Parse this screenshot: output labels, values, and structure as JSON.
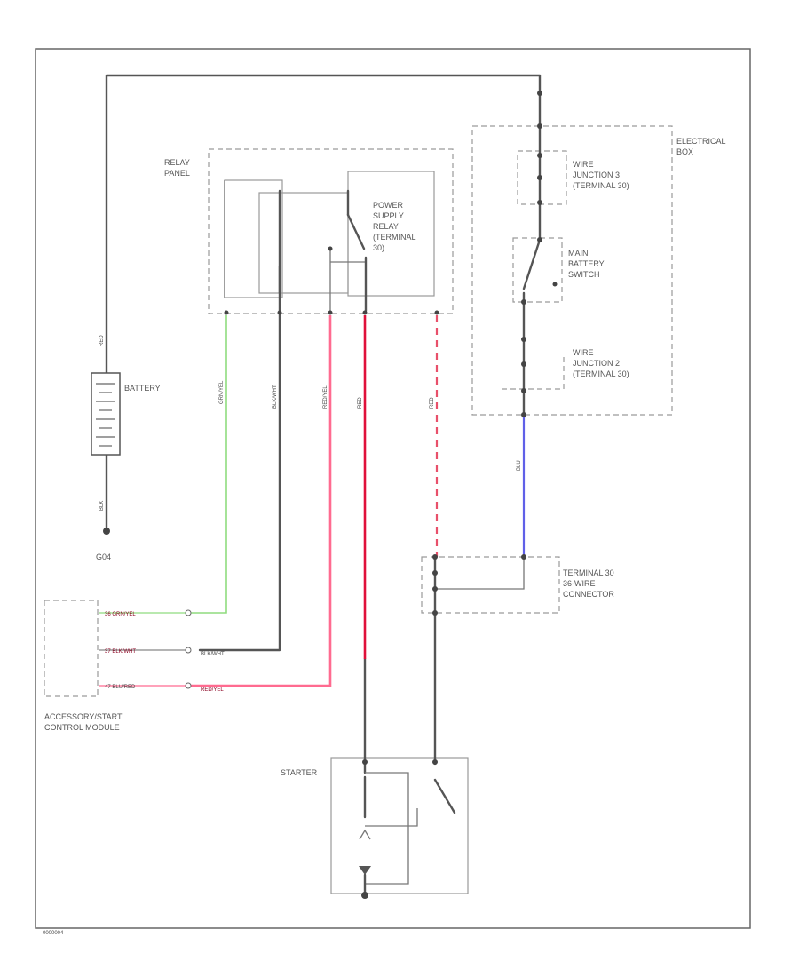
{
  "labels": {
    "relay_panel": [
      "RELAY",
      "PANEL"
    ],
    "power_supply_relay": [
      "POWER",
      "SUPPLY",
      "RELAY",
      "(TERMINAL",
      "30)"
    ],
    "electrical_box": [
      "ELECTRICAL",
      "BOX"
    ],
    "wire_junction_3": [
      "WIRE",
      "JUNCTION 3",
      "(TERMINAL 30)"
    ],
    "main_battery_switch": [
      "MAIN",
      "BATTERY",
      "SWITCH"
    ],
    "wire_junction_2": [
      "WIRE",
      "JUNCTION 2",
      "(TERMINAL 30)"
    ],
    "battery": "BATTERY",
    "ground": "G04",
    "terminal_30": [
      "TERMINAL 30",
      "36-WIRE",
      "CONNECTOR"
    ],
    "accessory_module": [
      "ACCESSORY/START",
      "CONTROL MODULE"
    ],
    "starter": "STARTER",
    "diagram_code": "0000004"
  },
  "module_pins": [
    {
      "pin": "36 GRN/YEL",
      "color": "#8a0020"
    },
    {
      "pin": "37 BLK/WHT",
      "color": "#8a0020"
    },
    {
      "pin": "47 BLU/RED",
      "color": "#1a1a8a"
    }
  ],
  "wire_codes": {
    "green": "GRN/YEL",
    "black": "BLK/WHT",
    "pink": "RED/YEL",
    "red": "RED",
    "red_dashed": "RED",
    "blue": "BLU",
    "battery": "RED",
    "ground": "BLK"
  },
  "colors": {
    "green_wire": "#8fdc7f",
    "pink_wire": "#ff6b90",
    "red_wire": "#e0103a",
    "red_dashed_wire": "#e8506a",
    "blue_wire": "#6060e8",
    "gray_wire": "#555555"
  }
}
